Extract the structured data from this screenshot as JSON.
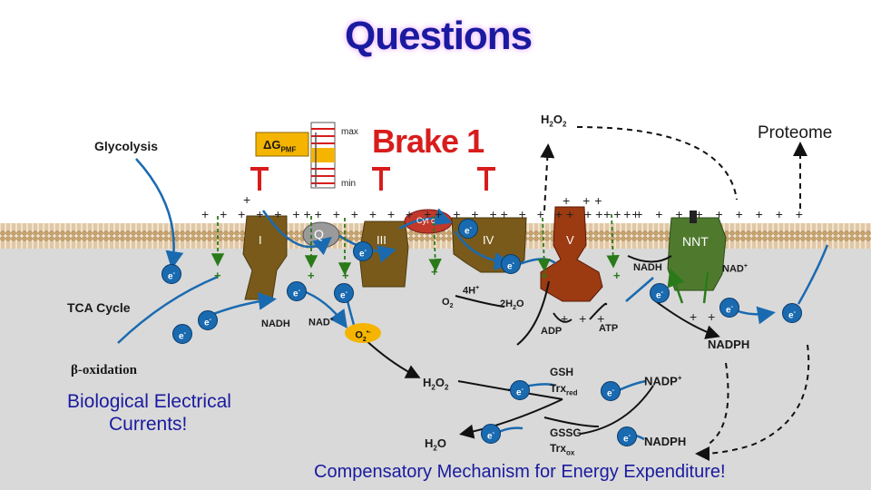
{
  "title": "Questions",
  "brake_label": "Brake 1",
  "gauge": {
    "label": "ΔG",
    "subscript": "PMF",
    "max_label": "max",
    "min_label": "min"
  },
  "labels": {
    "glycolysis": "Glycolysis",
    "proteome": "Proteome",
    "h2o2_top": "H",
    "h2o2_top_2": "2",
    "h2o2_top_o": "O",
    "tca": "TCA Cycle",
    "beta_ox": "β-oxidation",
    "bio_currents_1": "Biological Electrical",
    "bio_currents_2": "Currents!",
    "compensatory": "Compensatory Mechanism for Energy Expenditure!"
  },
  "complexes": {
    "c1": "I",
    "q": "Q",
    "c3": "III",
    "cytc": "Cyt c",
    "c4": "IV",
    "c5": "V",
    "nnt": "NNT"
  },
  "molecules": {
    "nadh_left": "NADH",
    "nad_plus_left": "NAD",
    "superoxide": "O",
    "o2": "O",
    "four_h": "4H",
    "two_h2o": "2H",
    "adp": "ADP",
    "atp": "ATP",
    "nadh_right": "NADH",
    "nad_plus_right": "NAD",
    "nadph_mid": "NADPH",
    "h2o2_mid": "H",
    "h2o": "H",
    "gsh": "GSH",
    "trx_red": "Trx",
    "gssg": "GSSG",
    "trx_ox": "Trx",
    "nadp_plus": "NADP",
    "nadph_bottom": "NADPH"
  },
  "electron_symbol": "e",
  "colors": {
    "title": "#1a1aa0",
    "brake": "#d81c1c",
    "membrane_fill": "#f3e2cc",
    "matrix": "#d9d9d9",
    "protein": "#7a5a1a",
    "nnt": "#4f7a2e",
    "atp_synthase": "#9c3a12",
    "electron": "#1a6ab0",
    "proton": "#2a7a1a"
  }
}
